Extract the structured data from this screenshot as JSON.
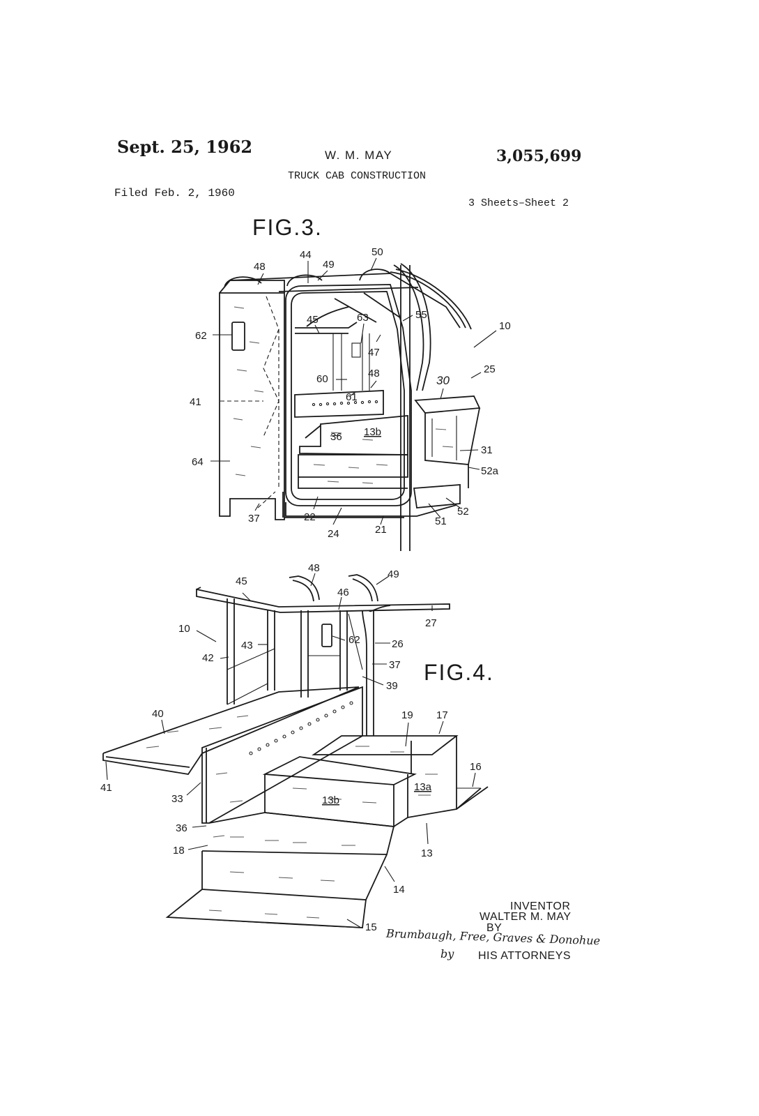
{
  "header": {
    "date": "Sept. 25, 1962",
    "inventor_name": "W. M. MAY",
    "patent_number": "3,055,699",
    "title": "TRUCK CAB CONSTRUCTION",
    "filed": "Filed Feb. 2, 1960",
    "sheets": "3 Sheets–Sheet 2"
  },
  "figures": {
    "fig3": {
      "label": "FIG.3.",
      "refs": {
        "r48a": "48",
        "r44": "44",
        "r49": "49",
        "r50": "50",
        "r55": "55",
        "r10": "10",
        "r62": "62",
        "r45": "45",
        "r63": "63",
        "r47": "47",
        "r25": "25",
        "r60": "60",
        "r48b": "48",
        "r30": "30",
        "r61": "61",
        "r41": "41",
        "r36": "36",
        "r13b": "13b",
        "r31": "31",
        "r64": "64",
        "r52a": "52a",
        "r52": "52",
        "r51": "51",
        "r37": "37",
        "r22": "22",
        "r24": "24",
        "r21": "21"
      }
    },
    "fig4": {
      "label": "FIG.4.",
      "refs": {
        "r48": "48",
        "r49": "49",
        "r45": "45",
        "r46": "46",
        "r27": "27",
        "r10": "10",
        "r43": "43",
        "r62": "62",
        "r26": "26",
        "r42": "42",
        "r37": "37",
        "r39": "39",
        "r40": "40",
        "r19": "19",
        "r17": "17",
        "r16": "16",
        "r41": "41",
        "r33": "33",
        "r13a": "13a",
        "r13b": "13b",
        "r36": "36",
        "r13": "13",
        "r18": "18",
        "r14": "14",
        "r15": "15"
      }
    }
  },
  "signature": {
    "inventor_label": "INVENTOR",
    "inventor": "WALTER M. MAY",
    "by": "BY",
    "attorney_firm": "Brumbaugh, Free, Graves & Donohue",
    "by_script": "by",
    "attorneys": "HIS ATTORNEYS"
  }
}
